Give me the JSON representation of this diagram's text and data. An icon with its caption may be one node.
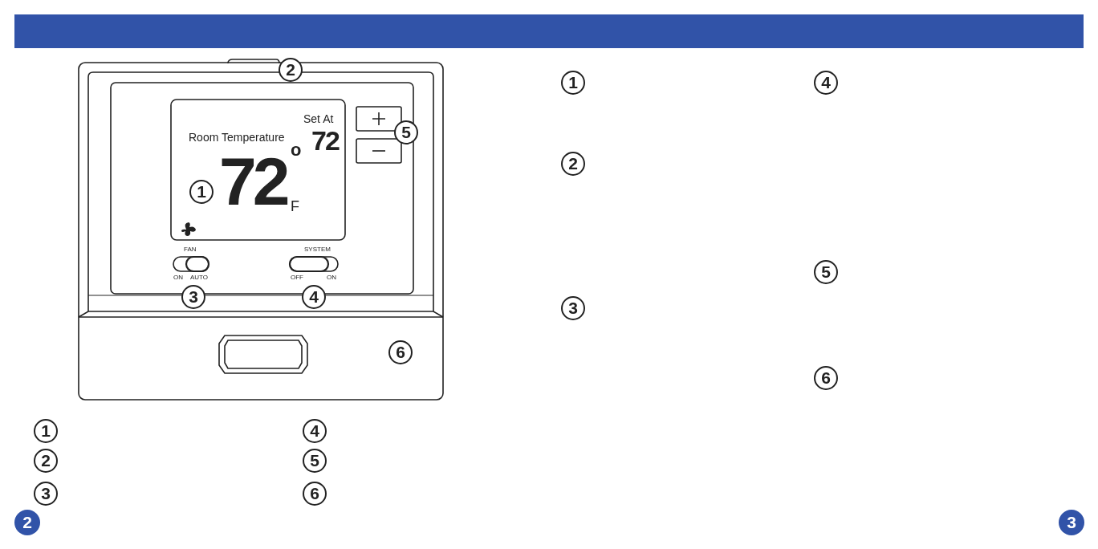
{
  "diagram": {
    "labels": [
      "2",
      "Set At",
      "72",
      "5",
      "Room Temperature",
      "72",
      "o",
      "1",
      "F",
      "FAN",
      "SYSTEM",
      "ON",
      "AUTO",
      "OFF",
      "ON",
      "3",
      "4",
      "6",
      "1",
      "4",
      "2",
      "5",
      "3",
      "6",
      "1",
      "4",
      "2",
      "5",
      "3",
      "6",
      "2",
      "3"
    ]
  }
}
